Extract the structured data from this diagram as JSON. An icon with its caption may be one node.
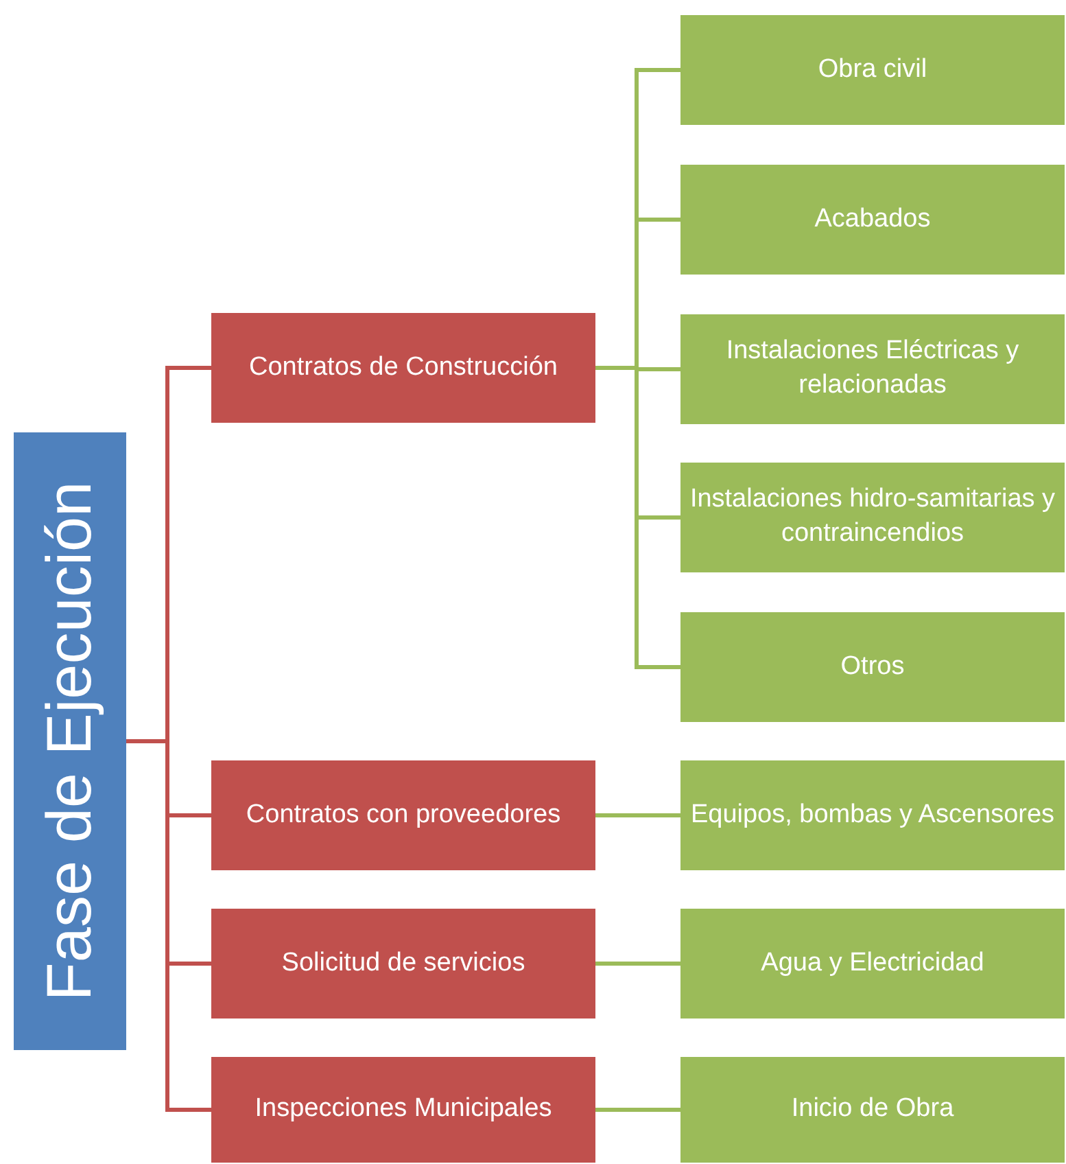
{
  "diagram": {
    "nodes": [
      {
        "text": [
          "Fase de Ejecución"
        ]
      },
      {
        "text": [
          "Contratos de Construcción"
        ]
      },
      {
        "text": [
          "Obra civil"
        ]
      },
      {
        "text": [
          "Acabados"
        ]
      },
      {
        "text": [
          "Instalaciones Eléctricas y relacionadas"
        ]
      },
      {
        "text": [
          "Instalaciones hidro-samitarias y contraincendios"
        ]
      },
      {
        "text": [
          "Otros"
        ]
      },
      {
        "text": [
          "Contratos con proveedores"
        ]
      },
      {
        "text": [
          "Equipos, bombas y Ascensores"
        ]
      },
      {
        "text": [
          "Solicitud de servicios"
        ]
      },
      {
        "text": [
          "Agua y Electricidad"
        ]
      },
      {
        "text": [
          "Inspecciones Municipales"
        ]
      },
      {
        "text": [
          "Inicio de Obra"
        ]
      }
    ],
    "edges": [
      {
        "from": 0,
        "to": 1,
        "arrow": "none",
        "color": "#c0504d"
      },
      {
        "from": 0,
        "to": 7,
        "arrow": "none",
        "color": "#c0504d"
      },
      {
        "from": 0,
        "to": 9,
        "arrow": "none",
        "color": "#c0504d"
      },
      {
        "from": 0,
        "to": 11,
        "arrow": "none",
        "color": "#c0504d"
      },
      {
        "from": 1,
        "to": 2,
        "arrow": "none"
      },
      {
        "from": 1,
        "to": 3,
        "arrow": "none"
      },
      {
        "from": 1,
        "to": 4,
        "arrow": "none"
      },
      {
        "from": 1,
        "to": 5,
        "arrow": "none"
      },
      {
        "from": 1,
        "to": 6,
        "arrow": "none"
      },
      {
        "from": 7,
        "to": 8,
        "arrow": "none"
      },
      {
        "from": 9,
        "to": 10,
        "arrow": "none"
      },
      {
        "from": 11,
        "to": 12,
        "arrow": "none"
      }
    ]
  }
}
